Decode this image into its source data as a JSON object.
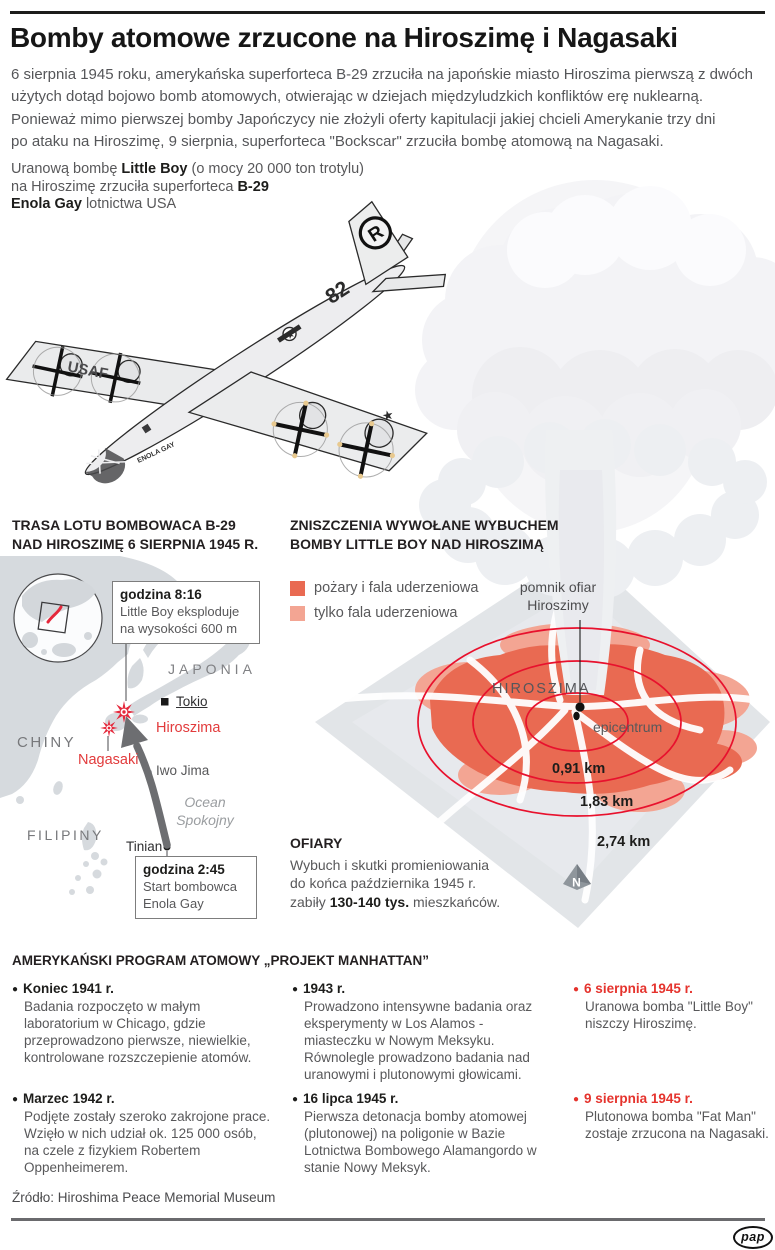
{
  "header": {
    "title": "Bomby atomowe zrzucone na Hiroszimę i Nagasaki",
    "intro_l1": "6 sierpnia 1945 roku, amerykańska superforteca B-29 zrzuciła na japońskie miasto Hiroszima pierwszą z dwóch",
    "intro_l2": "użytych dotąd bojowo bomb atomowych, otwierając w dziejach międzyludzkich konfliktów erę nuklearną.",
    "intro_l3": "Ponieważ mimo pierwszej bomby Japończycy nie złożyli oferty kapitulacji jakiej chcieli Amerykanie trzy dni",
    "intro_l4": "po ataku na Hiroszimę, 9 sierpnia, superforteca \"Bockscar\" zrzuciła bombę atomową na Nagasaki."
  },
  "bomb_caption": {
    "l1a": "Uranową bombę ",
    "l1b": "Little Boy",
    "l1c": " (o mocy 20 000 ton trotylu)",
    "l2a": "na Hiroszimę zrzuciła superforteca ",
    "l2b": "B-29",
    "l3a": "Enola Gay",
    "l3b": " lotnictwa USA"
  },
  "plane": {
    "wing_text": "USAF",
    "number": "82",
    "tail_letter": "R",
    "nose_name": "ENOLA GAY"
  },
  "route_map": {
    "heading_l1": "TRASA LOTU BOMBOWACA B-29",
    "heading_l2": "NAD HIROSZIMĘ 6 SIERPNIA 1945 R.",
    "callout_explosion": {
      "title": "godzina 8:16",
      "line1": "Little Boy eksploduje",
      "line2": "na wysokości 600 m"
    },
    "callout_start": {
      "title": "godzina 2:45",
      "line1": "Start bombowca",
      "line2": "Enola Gay"
    },
    "labels": {
      "japan": "JAPONIA",
      "tokyo": "Tokio",
      "hiroshima": "Hiroszima",
      "china": "CHINY",
      "nagasaki": "Nagasaki",
      "iwo_jima": "Iwo Jima",
      "ocean_l1": "Ocean",
      "ocean_l2": "Spokojny",
      "philippines": "FILIPINY",
      "tinian": "Tinian"
    }
  },
  "blast_map": {
    "heading_l1": "ZNISZCZENIA WYWOŁANE WYBUCHEM",
    "heading_l2": "BOMBY LITTLE BOY NAD HIROSZIMĄ",
    "legend": [
      {
        "label": "pożary i fala uderzeniowa",
        "color": "#e96a52"
      },
      {
        "label": "tylko fala uderzeniowa",
        "color": "#f3a593"
      }
    ],
    "memorial_l1": "pomnik ofiar",
    "memorial_l2": "Hiroszimy",
    "city": "HIROSZIMA",
    "epicenter": "epicentrum",
    "rings": [
      {
        "label": "0,91 km"
      },
      {
        "label": "1,83 km"
      },
      {
        "label": "2,74 km"
      }
    ],
    "compass": "N",
    "ring_color": "#e8112d",
    "victims": {
      "heading": "OFIARY",
      "line1": "Wybuch i skutki promieniowania",
      "line2": "do końca października 1945 r.",
      "line3a": "zabiły ",
      "line3b": "130-140 tys.",
      "line3c": " mieszkańców."
    }
  },
  "timeline": {
    "heading": "AMERYKAŃSKI PROGRAM ATOMOWY „PROJEKT MANHATTAN”",
    "entries": [
      {
        "date": "Koniec 1941 r.",
        "text": "Badania rozpoczęto w małym laboratorium w Chicago, gdzie przeprowadzono pierwsze, niewielkie, kontrolowane rozszczepienie atomów."
      },
      {
        "date": "Marzec 1942 r.",
        "text": "Podjęte zostały szeroko zakrojone prace. Wzięło w nich udział ok. 125 000 osób, na czele z fizykiem Robertem Oppenheimerem."
      },
      {
        "date": "1943 r.",
        "text": "Prowadzono intensywne badania oraz eksperymenty w Los Alamos - miasteczku w Nowym Meksyku. Równolegle prowadzono badania nad uranowymi i plutonowymi głowicami."
      },
      {
        "date": "16 lipca 1945 r.",
        "text": "Pierwsza detonacja bomby atomowej (plutonowej) na poligonie w Bazie Lotnictwa Bombowego Alamangordo w stanie Nowy Meksyk."
      },
      {
        "date": "6 sierpnia 1945 r.",
        "text": "Uranowa bomba \"Little Boy\" niszczy Hiroszimę."
      },
      {
        "date": "9 sierpnia 1945 r.",
        "text": "Plutonowa bomba \"Fat Man\" zostaje zrzucona na Nagasaki."
      }
    ]
  },
  "footer": {
    "source": "Źródło: Hiroshima Peace Memorial Museum",
    "agency": "pap"
  }
}
